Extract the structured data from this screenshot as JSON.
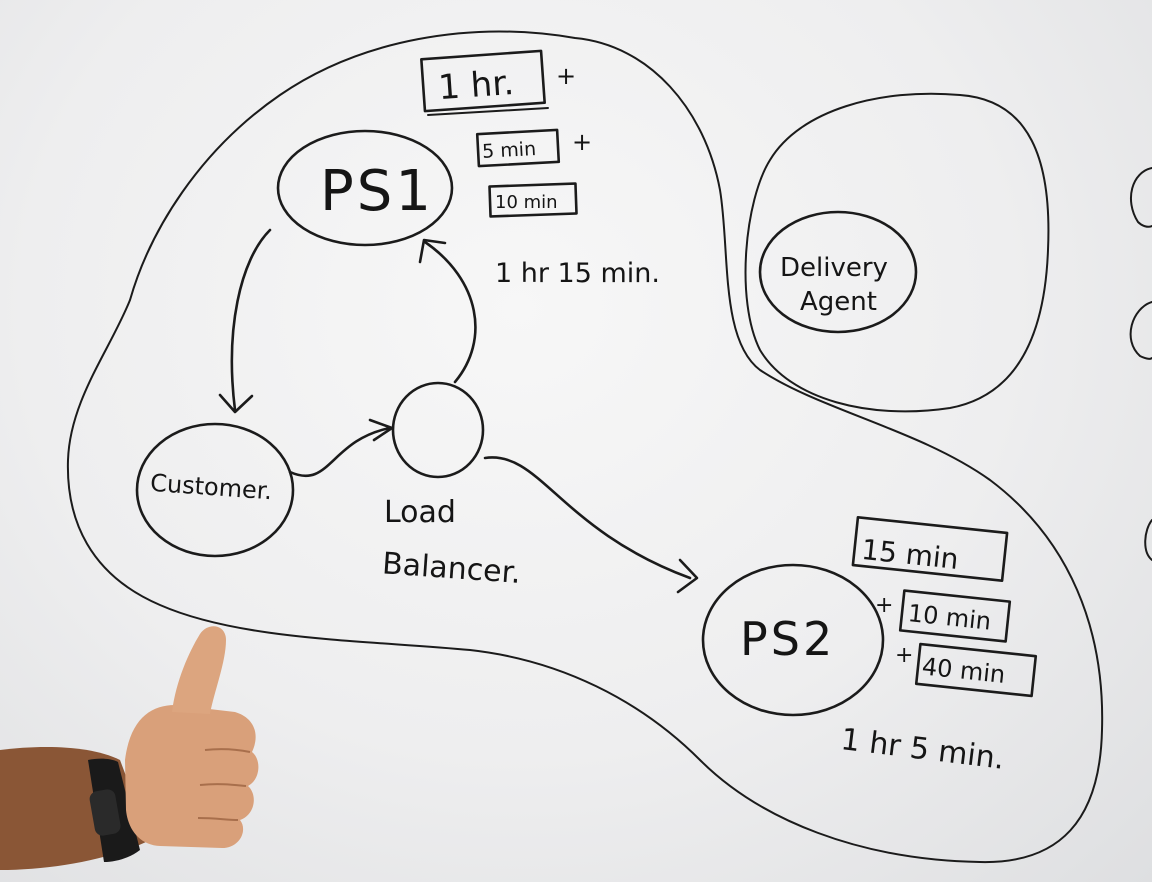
{
  "nodes": {
    "ps1": "PS1",
    "ps2": "PS2",
    "customer": "Customer.",
    "load_balancer_line1": "Load",
    "load_balancer_line2": "Balancer.",
    "delivery_agent_line1": "Delivery",
    "delivery_agent_line2": "Agent"
  },
  "ps1_times": {
    "t1": "1 hr.",
    "t1_op": "+",
    "t2": "5 min",
    "t2_op": "+",
    "t3": "10 min",
    "total": "1 hr 15 min."
  },
  "ps2_times": {
    "t1": "15 min",
    "t2_op": "+",
    "t2": "10 min",
    "t3_op": "+",
    "t3": "40 min",
    "total": "1 hr 5 min."
  },
  "colors": {
    "marker": "#1b1b1b",
    "board": "#f2f2f3",
    "skin": "#d9a07a",
    "watch": "#1a1a1a"
  }
}
